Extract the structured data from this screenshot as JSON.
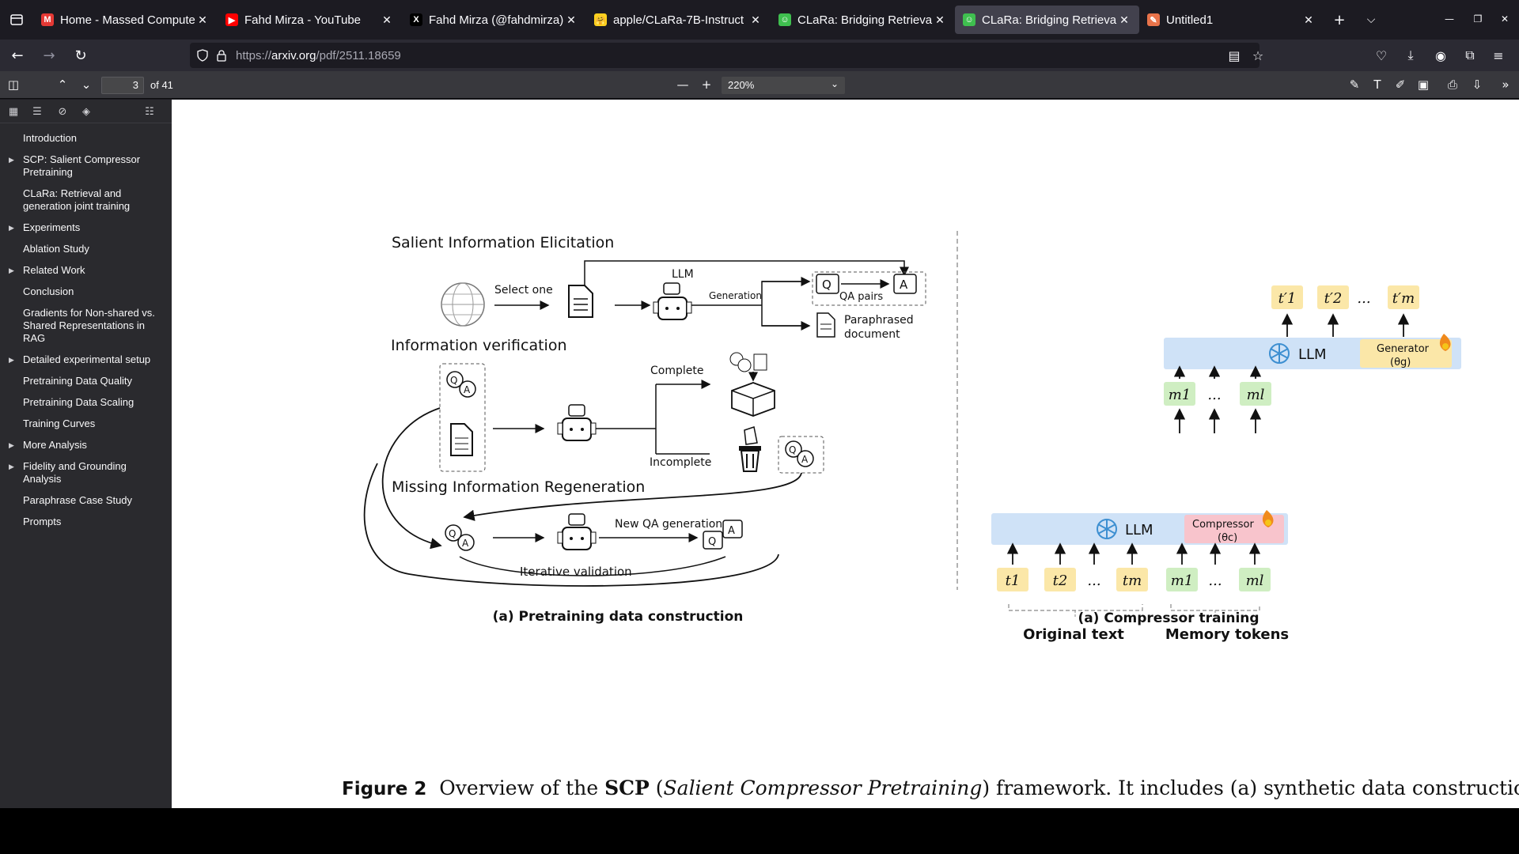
{
  "browser": {
    "tabs": [
      {
        "title": "Home - Massed Compute",
        "fav": "M",
        "color": "#e53935",
        "active": false
      },
      {
        "title": "Fahd Mirza - YouTube",
        "fav": "▶",
        "color": "#ff0000",
        "active": false
      },
      {
        "title": "Fahd Mirza (@fahdmirza)",
        "fav": "X",
        "color": "#000000",
        "active": false
      },
      {
        "title": "apple/CLaRa-7B-Instruct",
        "fav": "🤗",
        "color": "#ffd21e",
        "active": false
      },
      {
        "title": "CLaRa: Bridging Retrieval",
        "fav": "☺",
        "color": "#3fbf4f",
        "active": false
      },
      {
        "title": "CLaRa: Bridging Retrieval",
        "fav": "☺",
        "color": "#3fbf4f",
        "active": true
      },
      {
        "title": "Untitled1",
        "fav": "✎",
        "color": "#e8734a",
        "active": false
      }
    ],
    "url_prefix": "https://",
    "url_domain": "arxiv.org",
    "url_path": "/pdf/2511.18659"
  },
  "pdf": {
    "page_value": "3",
    "page_count": "of 41",
    "zoom": "220%"
  },
  "outline": [
    {
      "label": "Introduction",
      "expandable": false
    },
    {
      "label": "SCP: Salient Compressor Pretraining",
      "expandable": true
    },
    {
      "label": "CLaRa: Retrieval and generation joint training",
      "expandable": false
    },
    {
      "label": "Experiments",
      "expandable": true
    },
    {
      "label": "Ablation Study",
      "expandable": false
    },
    {
      "label": "Related Work",
      "expandable": true
    },
    {
      "label": "Conclusion",
      "expandable": false
    },
    {
      "label": "Gradients for Non-shared vs. Shared Representations in RAG",
      "expandable": false
    },
    {
      "label": "Detailed experimental setup",
      "expandable": true
    },
    {
      "label": "Pretraining Data Quality",
      "expandable": false
    },
    {
      "label": "Pretraining Data Scaling",
      "expandable": false
    },
    {
      "label": "Training Curves",
      "expandable": false
    },
    {
      "label": "More Analysis",
      "expandable": true
    },
    {
      "label": "Fidelity and Grounding Analysis",
      "expandable": true
    },
    {
      "label": "Paraphrase Case Study",
      "expandable": false
    },
    {
      "label": "Prompts",
      "expandable": false
    }
  ],
  "figure": {
    "left": {
      "section1": "Salient Information Elicitation",
      "select_one": "Select one",
      "llm": "LLM",
      "generation": "Generation",
      "qa_pairs": "QA pairs",
      "paraphrased_1": "Paraphrased",
      "paraphrased_2": "document",
      "section2": "Information verification",
      "complete": "Complete",
      "incomplete": "Incomplete",
      "section3": "Missing Information Regeneration",
      "new_qa": "New QA generation",
      "iterative": "Iterative validation",
      "caption": "(a) Pretraining data construction",
      "q": "Q",
      "a": "A"
    },
    "right": {
      "llm_top": "LLM",
      "generator": "Generator",
      "generator_param": "(θg)",
      "llm_bottom": "LLM",
      "compressor": "Compressor",
      "compressor_param": "(θc)",
      "out_tokens": [
        "t′1",
        "t′2",
        "...",
        "t′m"
      ],
      "mem_mid": [
        "m1",
        "...",
        "ml"
      ],
      "in_text": [
        "t1",
        "t2",
        "...",
        "tm"
      ],
      "in_mem": [
        "m1",
        "...",
        "ml"
      ],
      "original_text": "Original text",
      "memory_tokens": "Memory tokens",
      "caption": "(a) Compressor training"
    },
    "caption_label": "Figure 2",
    "caption_text_1": "Overview of the ",
    "caption_scp": "SCP",
    "caption_text_2": " (",
    "caption_italic": "Salient Compressor Pretraining",
    "caption_text_3": ") framework. It includes (a) synthetic data construction"
  }
}
